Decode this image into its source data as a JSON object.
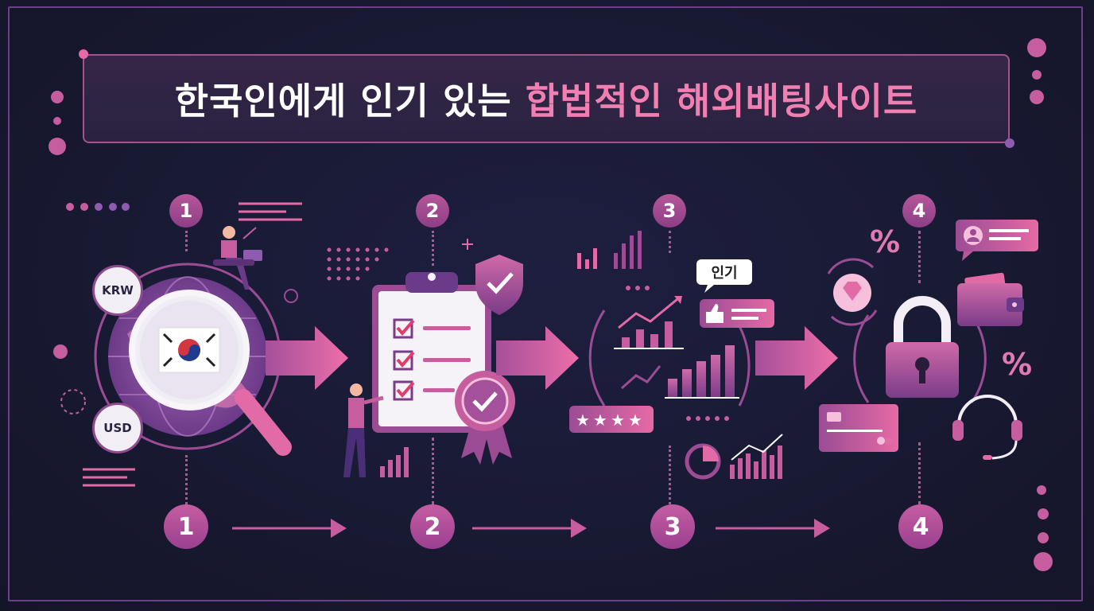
{
  "title": {
    "part_white": "한국인에게 인기 있는 ",
    "part_pink": "합법적인 해외배팅사이트"
  },
  "steps": [
    {
      "number": "1"
    },
    {
      "number": "2"
    },
    {
      "number": "3"
    },
    {
      "number": "4"
    }
  ],
  "currencies": {
    "top": "KRW",
    "bottom": "USD"
  },
  "popular_badge": "인기",
  "percent_symbol": "%",
  "colors": {
    "background": "#191a36",
    "accent_pink": "#f27fb2",
    "accent_purple": "#9a4090"
  }
}
